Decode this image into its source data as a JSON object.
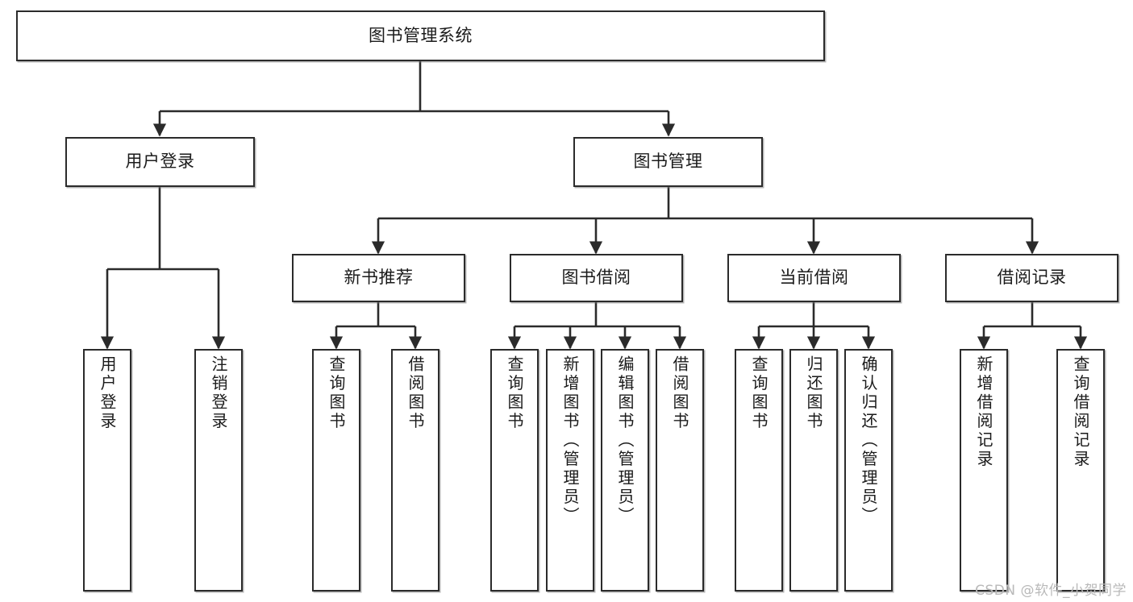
{
  "diagram": {
    "type": "tree-hierarchy-chart",
    "title": "图书管理系统",
    "watermark": "CSDN @软件_小贺同学",
    "colors": {
      "stroke": "#2b2b2b",
      "fill": "#ffffff",
      "text": "#1b1b1b",
      "watermark": "#b9b9b9"
    },
    "root": {
      "label": "图书管理系统"
    },
    "level1": [
      {
        "label": "用户登录"
      },
      {
        "label": "图书管理"
      }
    ],
    "level2": [
      {
        "label": "新书推荐"
      },
      {
        "label": "图书借阅"
      },
      {
        "label": "当前借阅"
      },
      {
        "label": "借阅记录"
      }
    ],
    "leaves": {
      "user_login": [
        {
          "label": "用户登录"
        },
        {
          "label": "注销登录"
        }
      ],
      "new_book_recommend": [
        {
          "label": "查询图书"
        },
        {
          "label": "借阅图书"
        }
      ],
      "book_borrow": [
        {
          "label": "查询图书"
        },
        {
          "label": "新增图书（管理员）"
        },
        {
          "label": "编辑图书（管理员）"
        },
        {
          "label": "借阅图书"
        }
      ],
      "current_borrow": [
        {
          "label": "查询图书"
        },
        {
          "label": "归还图书"
        },
        {
          "label": "确认归还（管理员）"
        }
      ],
      "borrow_record": [
        {
          "label": "新增借阅记录"
        },
        {
          "label": "查询借阅记录"
        }
      ]
    }
  }
}
